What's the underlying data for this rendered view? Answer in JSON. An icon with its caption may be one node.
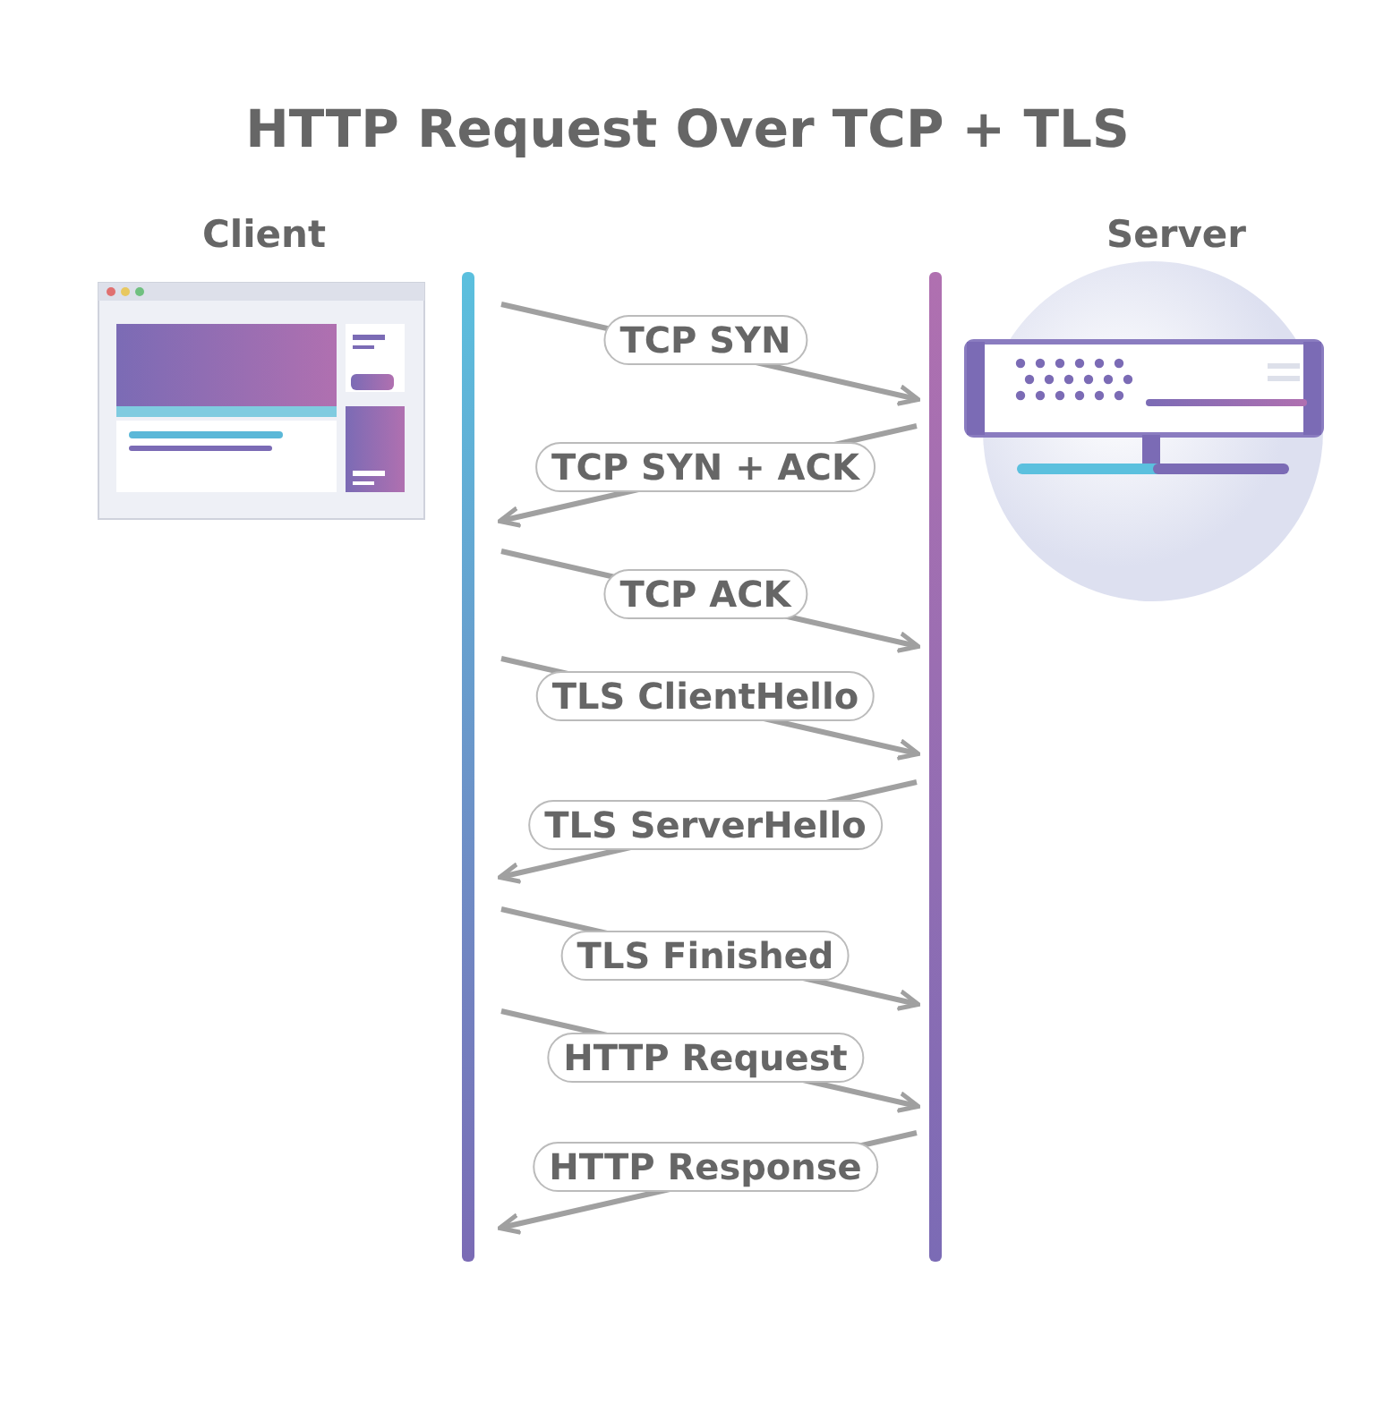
{
  "diagram": {
    "title": "HTTP Request Over TCP + TLS",
    "nodes": [
      {
        "text": [
          "Client"
        ]
      },
      {
        "text": [
          "Server"
        ]
      }
    ],
    "edges": [
      {
        "from": 0,
        "to": 1,
        "arrow": "to",
        "label": "TCP SYN"
      },
      {
        "from": 1,
        "to": 0,
        "arrow": "to",
        "label": "TCP SYN + ACK"
      },
      {
        "from": 0,
        "to": 1,
        "arrow": "to",
        "label": "TCP ACK"
      },
      {
        "from": 0,
        "to": 1,
        "arrow": "to",
        "label": "TLS ClientHello"
      },
      {
        "from": 1,
        "to": 0,
        "arrow": "to",
        "label": "TLS ServerHello"
      },
      {
        "from": 0,
        "to": 1,
        "arrow": "to",
        "label": "TLS Finished"
      },
      {
        "from": 0,
        "to": 1,
        "arrow": "to",
        "label": "HTTP Request"
      },
      {
        "from": 1,
        "to": 0,
        "arrow": "to",
        "label": "HTTP Response"
      }
    ]
  }
}
